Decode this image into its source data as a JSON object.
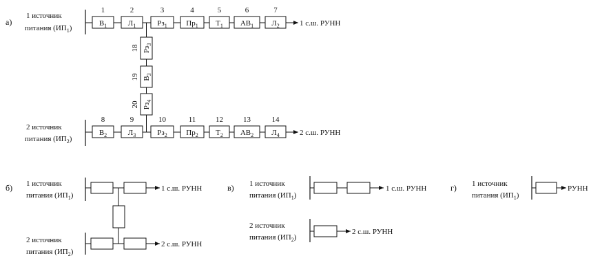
{
  "part_a": {
    "part_label": "а)",
    "source1": {
      "line1": "1 источник",
      "line2": "питания (ИП",
      "sub": "1",
      "close": ")"
    },
    "source2": {
      "line1": "2 источник",
      "line2": "питания (ИП",
      "sub": "2",
      "close": ")"
    },
    "top_row": [
      {
        "num": "1",
        "base": "В",
        "sub": "1"
      },
      {
        "num": "2",
        "base": "Л",
        "sub": "1"
      },
      {
        "num": "3",
        "base": "Рз",
        "sub": "1"
      },
      {
        "num": "4",
        "base": "Пр",
        "sub": "1"
      },
      {
        "num": "5",
        "base": "Т",
        "sub": "1"
      },
      {
        "num": "6",
        "base": "АВ",
        "sub": "1"
      },
      {
        "num": "7",
        "base": "Л",
        "sub": "2"
      }
    ],
    "bottom_row": [
      {
        "num": "8",
        "base": "В",
        "sub": "2"
      },
      {
        "num": "9",
        "base": "Л",
        "sub": "3"
      },
      {
        "num": "10",
        "base": "Рз",
        "sub": "2"
      },
      {
        "num": "11",
        "base": "Пр",
        "sub": "2"
      },
      {
        "num": "12",
        "base": "Т",
        "sub": "2"
      },
      {
        "num": "13",
        "base": "АВ",
        "sub": "2"
      },
      {
        "num": "14",
        "base": "Л",
        "sub": "4"
      }
    ],
    "vertical": [
      {
        "num": "18",
        "base": "Рз",
        "sub": "3"
      },
      {
        "num": "19",
        "base": "В",
        "sub": "3"
      },
      {
        "num": "20",
        "base": "Рз",
        "sub": "4"
      }
    ],
    "output_top": "1 с.ш. РУНН",
    "output_bottom": "2 с.ш. РУНН"
  },
  "part_b": {
    "part_label": "б)",
    "source1": {
      "line1": "1 источник",
      "line2": "питания (ИП",
      "sub": "1",
      "close": ")"
    },
    "source2": {
      "line1": "2 источник",
      "line2": "питания (ИП",
      "sub": "2",
      "close": ")"
    },
    "output_top": "1 с.ш. РУНН",
    "output_bottom": "2 с.ш. РУНН"
  },
  "part_v": {
    "part_label": "в)",
    "source1": {
      "line1": "1 источник",
      "line2": "питания (ИП",
      "sub": "1",
      "close": ")"
    },
    "source2": {
      "line1": "2 источник",
      "line2": "питания (ИП",
      "sub": "2",
      "close": ")"
    },
    "output_top": "1 с.ш. РУНН",
    "output_bottom": "2 с.ш. РУНН"
  },
  "part_g": {
    "part_label": "г)",
    "source1": {
      "line1": "1 источник",
      "line2": "питания (ИП",
      "sub": "1",
      "close": ")"
    },
    "output": "РУНН"
  }
}
